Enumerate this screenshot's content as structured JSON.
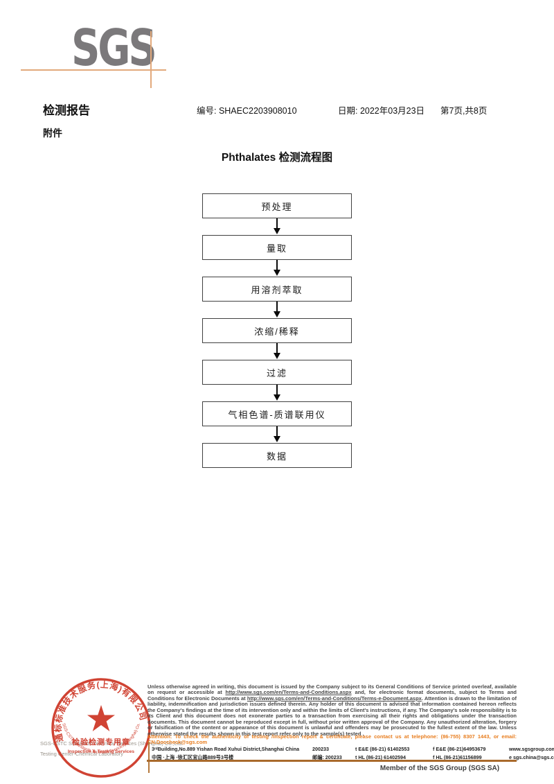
{
  "logo": {
    "text": "SGS"
  },
  "header": {
    "report_title": "检测报告",
    "report_no": "编号: SHAEC2203908010",
    "date": "日期: 2022年03月23日",
    "pages": "第7页,共8页",
    "attachment": "附件"
  },
  "flowchart": {
    "title": "Phthalates 检测流程图",
    "steps": [
      "预处理",
      "量取",
      "用溶剂萃取",
      "浓缩/稀释",
      "过滤",
      "气相色谱-质谱联用仪",
      "数据"
    ]
  },
  "stamp": {
    "top_arc": "通标标准技术服务(上海)有限公司",
    "center_line1": "检验检测专用章",
    "center_line2": "Inspection & Testing Services",
    "bottom_arc": "SGS-CSTC Standards Technical Services(Shanghai) Co.,Ltd."
  },
  "footer": {
    "company_line1": "SGS-CSTC Standards Technical Services (Shanghai) Co.,Ltd.",
    "company_line2": "Testing Center-Chemical Laboratory",
    "legal": {
      "p1": "Unless otherwise agreed in writing, this document is issued by the Company subject to its General Conditions of Service printed overleaf, available on request or accessible at ",
      "url1": "http://www.sgs.com/en/Terms-and-Conditions.aspx",
      "p2": " and, for electronic format documents, subject to Terms and Conditions for Electronic Documents at ",
      "url2": "http://www.sgs.com/en/Terms-and-Conditions/Terms-e-Document.aspx",
      "p3": ". Attention is drawn to the limitation of liability, indemnification and jurisdiction issues defined therein. Any holder of this document is advised that information contained hereon reflects the Company's findings at the time of its intervention only and within the limits of Client's instructions, if any. The Company's sole responsibility is to its Client and this document does not exonerate parties to a transaction from exercising all their rights and obligations under the transaction documents. This document cannot be reproduced except in full, without prior written approval of the Company. Any unauthorized alteration, forgery or falsification of the content or appearance of this document is unlawful and offenders may be prosecuted to the fullest extent of the law. Unless otherwise stated the results shown in this test report refer only to the sample(s) tested ."
    },
    "attention": "Attention: To check the authenticity of testing /inspection report & certificate, please contact us at telephone: (86-755) 8307 1443, or email: CN.Doccheck@sgs.com",
    "address": {
      "en": "3ʳᵈBuilding,No.889 Yishan Road Xuhui District,Shanghai China",
      "en_zip": "200233",
      "t_ee": "t E&E (86-21) 61402553",
      "f_ee": "f E&E (86-21)64953679",
      "web": "www.sgsgroup.com.cn",
      "cn": "中国 ·上海 ·徐汇区宜山路889号3号楼",
      "cn_zip": "邮编: 200233",
      "t_hl": "t HL (86-21) 61402594",
      "f_hl": "f HL (86-21)61156899",
      "email": "e  sgs.china@sgs.com"
    },
    "member": "Member of the SGS Group (SGS SA)"
  },
  "colors": {
    "logo_gray": "#7b797b",
    "crosshair_orange": "#e2a97b",
    "stamp_red": "#cd3524",
    "attention_orange": "#e87d1e",
    "rule_brown": "#a96a2c"
  }
}
